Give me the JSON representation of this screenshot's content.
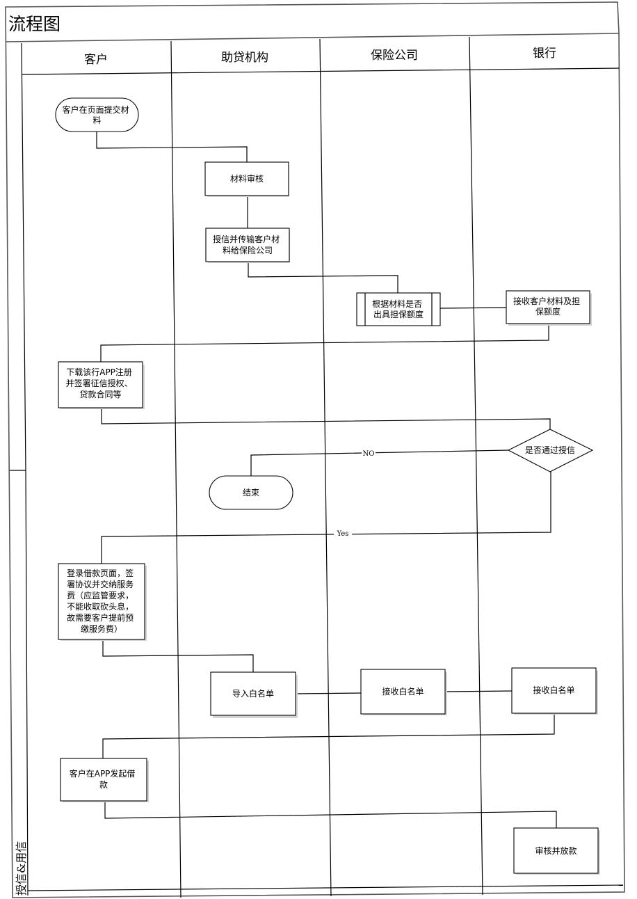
{
  "title": "流程图",
  "phase_label": "授信&用信",
  "lanes": [
    "客户",
    "助贷机构",
    "保险公司",
    "银行"
  ],
  "nodes": {
    "n1": {
      "lines": [
        "客户在页面提交材",
        "料"
      ]
    },
    "n2": {
      "lines": [
        "材料审核"
      ]
    },
    "n3": {
      "lines": [
        "授信并传输客户材",
        "料给保险公司"
      ]
    },
    "n4": {
      "lines": [
        "根据材料是否",
        "出具担保额度"
      ]
    },
    "n5": {
      "lines": [
        "接收客户材料及担",
        "保额度"
      ]
    },
    "n6": {
      "lines": [
        "下载该行APP注册",
        "并签署征信授权、",
        "贷款合同等"
      ]
    },
    "n7": {
      "lines": [
        "是否通过授信"
      ]
    },
    "n8": {
      "lines": [
        "结束"
      ]
    },
    "n9": {
      "lines": [
        "登录借款页面，签",
        "署协议并交纳服务",
        "费（应监管要求，",
        "不能收取砍头息，",
        "故需要客户提前预",
        "缴服务费）"
      ]
    },
    "n10": {
      "lines": [
        "导入白名单"
      ]
    },
    "n11": {
      "lines": [
        "接收白名单"
      ]
    },
    "n12": {
      "lines": [
        "接收白名单"
      ]
    },
    "n13": {
      "lines": [
        "客户在APP发起借",
        "款"
      ]
    },
    "n14": {
      "lines": [
        "审核并放款"
      ]
    }
  },
  "edges": {
    "no": "NO",
    "yes": "Yes"
  }
}
